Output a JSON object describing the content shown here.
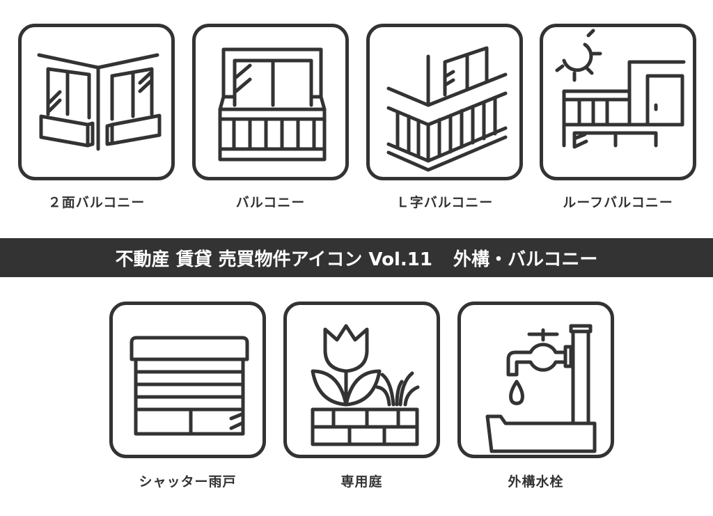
{
  "banner": {
    "title_main": "不動産 賃貸 売買物件アイコン Vol.11",
    "title_sub": "外構・バルコニー",
    "background_color": "#333333",
    "text_color": "#ffffff"
  },
  "colors": {
    "stroke": "#333333",
    "background": "#ffffff"
  },
  "icons_top": [
    {
      "id": "two-sided-balcony",
      "icon": "corner-balcony-icon",
      "label": "２面バルコニー"
    },
    {
      "id": "balcony",
      "icon": "balcony-icon",
      "label": "バルコニー"
    },
    {
      "id": "l-shaped-balcony",
      "icon": "l-shaped-balcony-icon",
      "label": "Ｌ字バルコニー"
    },
    {
      "id": "roof-balcony",
      "icon": "roof-balcony-icon",
      "label": "ルーフバルコニー"
    }
  ],
  "icons_bottom": [
    {
      "id": "shutter-storm-door",
      "icon": "shutter-icon",
      "label": "シャッター雨戸"
    },
    {
      "id": "private-garden",
      "icon": "garden-tulip-icon",
      "label": "専用庭"
    },
    {
      "id": "outdoor-faucet",
      "icon": "water-faucet-icon",
      "label": "外構水栓"
    }
  ]
}
